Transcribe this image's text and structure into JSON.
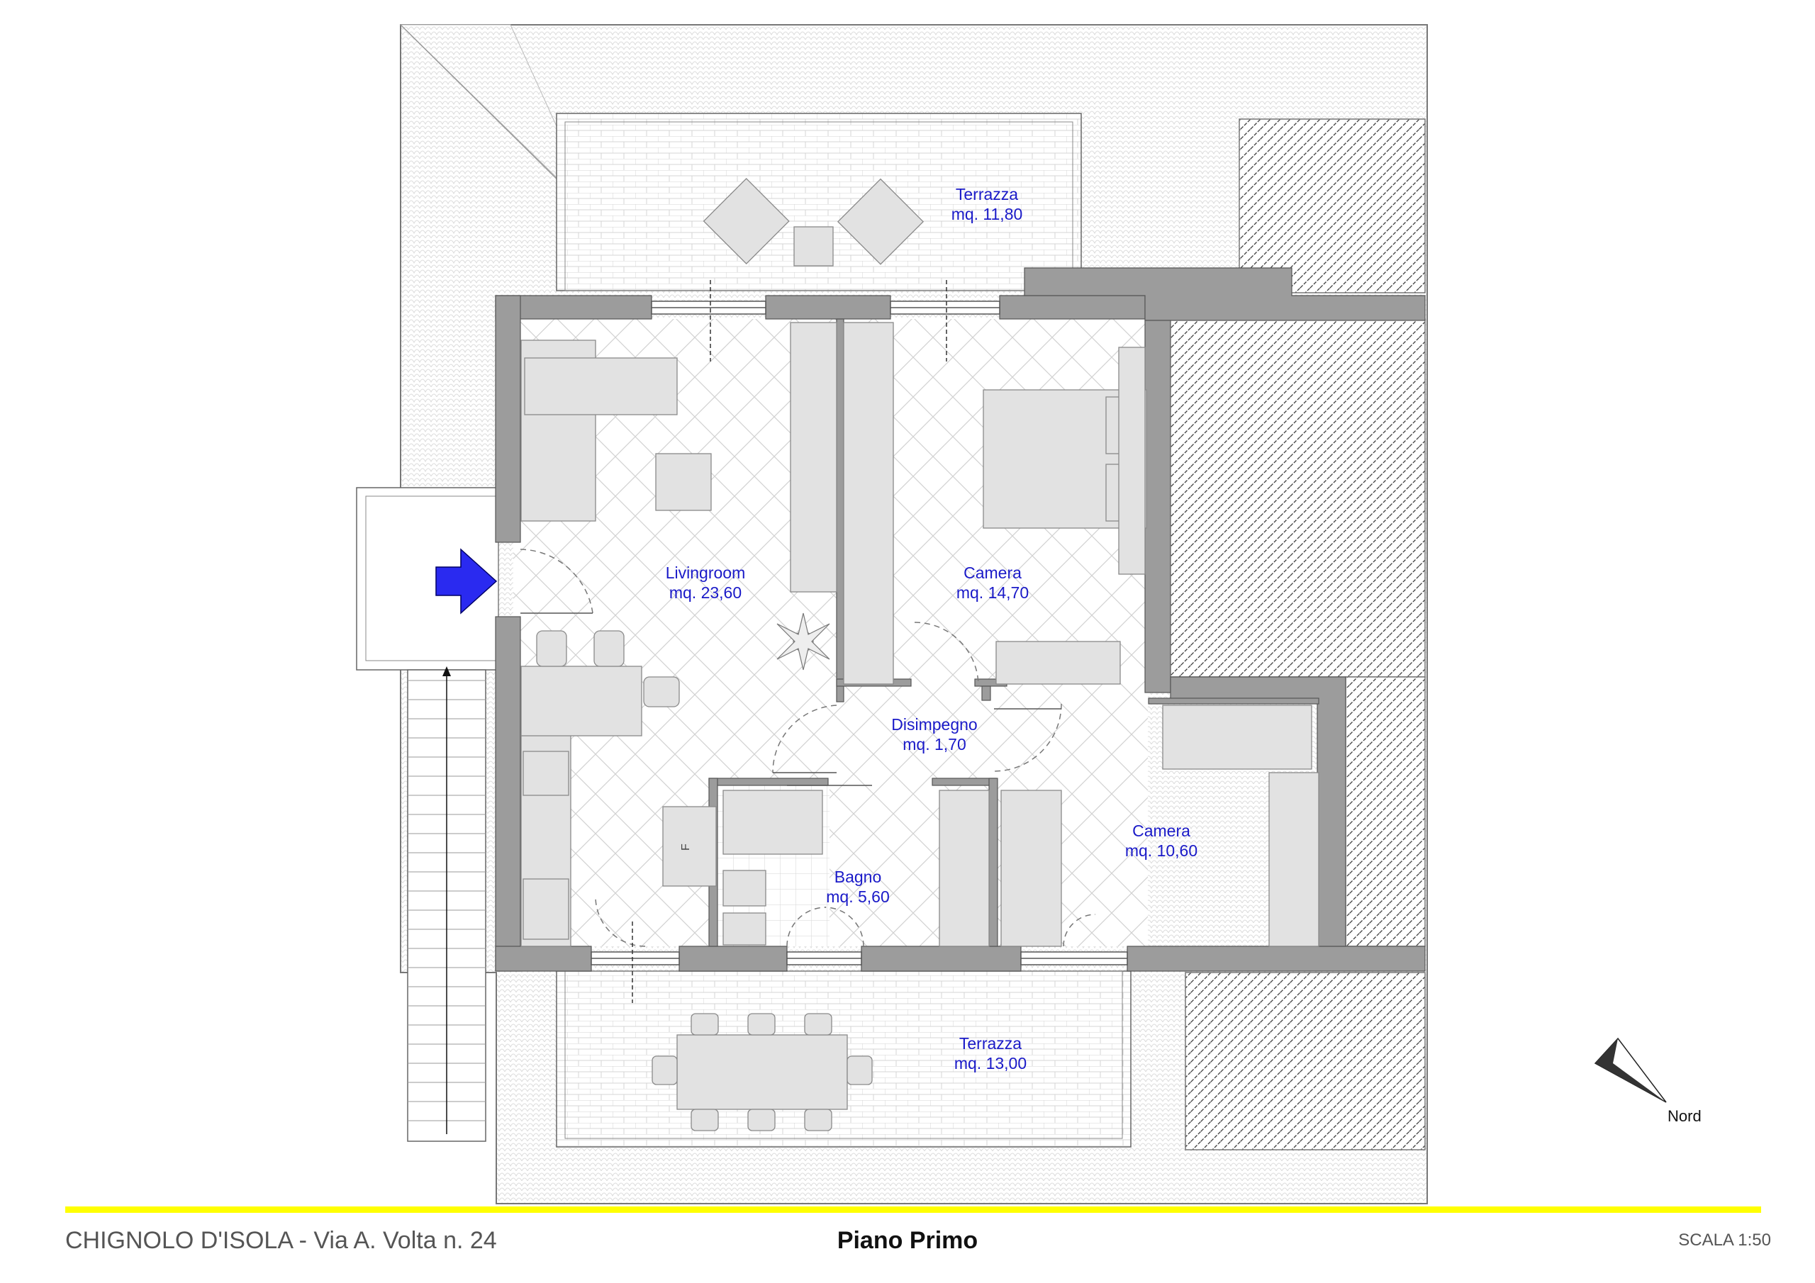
{
  "plan": {
    "rooms": [
      {
        "id": "terrazza-north",
        "name": "Terrazza",
        "area": "mq. 11,80"
      },
      {
        "id": "livingroom",
        "name": "Livingroom",
        "area": "mq. 23,60"
      },
      {
        "id": "camera-1",
        "name": "Camera",
        "area": "mq. 14,70"
      },
      {
        "id": "disimpegno",
        "name": "Disimpegno",
        "area": "mq. 1,70"
      },
      {
        "id": "bagno",
        "name": "Bagno",
        "area": "mq. 5,60"
      },
      {
        "id": "camera-2",
        "name": "Camera",
        "area": "mq. 10,60"
      },
      {
        "id": "terrazza-south",
        "name": "Terrazza",
        "area": "mq. 13,00"
      }
    ],
    "fridge_letter": "F",
    "compass_label": "Nord"
  },
  "footer": {
    "address": "CHIGNOLO D'ISOLA - Via A. Volta n. 24",
    "floor": "Piano Primo",
    "scale": "SCALA 1:50"
  },
  "colors": {
    "wall": "#9c9c9c",
    "furniture": "#e2e2e2",
    "label": "#1a1ac8",
    "entry_arrow": "#2a2af0",
    "divider": "#ffff00"
  }
}
